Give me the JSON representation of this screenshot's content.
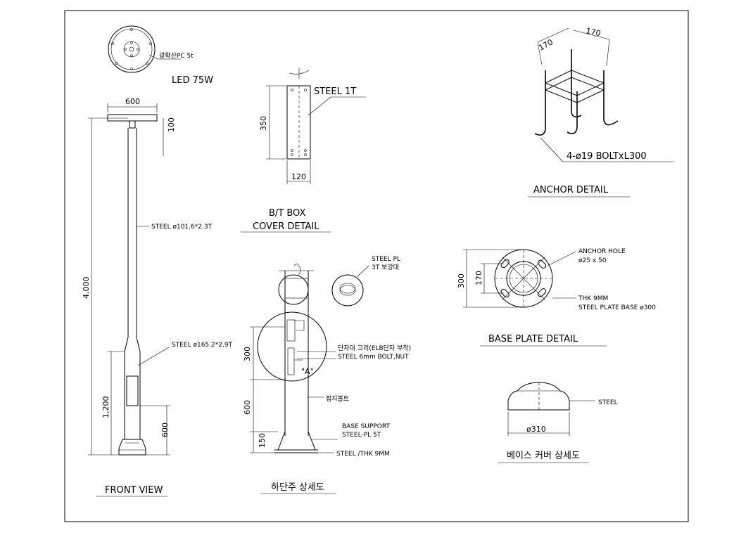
{
  "front_view": {
    "lamp_material": "광확산PC 5t",
    "lamp_power": "LED 75W",
    "arm_width": "600",
    "head_height": "100",
    "upper_pipe": "STEEL   ø101.6*2.3T",
    "total_height": "4,000",
    "lower_pipe": "STEEL     ø165.2*2.9T",
    "lower_height": "1,200",
    "base_height": "600",
    "title": "FRONT VIEW"
  },
  "bt_box": {
    "material": "STEEL 1T",
    "height": "350",
    "width": "120",
    "title_line1": "B/T BOX",
    "title_line2": "COVER DETAIL"
  },
  "anchor": {
    "dim_a": "170",
    "dim_b": "170",
    "bolt": "4-ø19  BOLTxL300",
    "title": "ANCHOR DETAIL"
  },
  "lower_detail": {
    "reinforce_line1": "STEEL PL",
    "reinforce_line2": "3T 보강대",
    "dim_300": "300",
    "dim_600": "600",
    "dim_150": "150",
    "terminal_line1": "단자대 고리(ELB단자 부착)",
    "terminal_line2": "STEEL 6mm BOLT,NUT",
    "detail_mark": "\"A\"",
    "ground_bolt": "접지볼트",
    "support_line1": "BASE SUPPORT",
    "support_line2": "STEEL-PL  5T",
    "base_plate": "STEEL /THK 9MM",
    "title": "하단주 상세도"
  },
  "base_plate": {
    "dim_outer": "300",
    "dim_inner": "170",
    "hole_line1": "ANCHOR HOLE",
    "hole_line2": "ø25 x 50",
    "plate_line1": "THK 9MM",
    "plate_line2": "STEEL PLATE BASE ø300",
    "title": "BASE PLATE DETAIL"
  },
  "base_cover": {
    "material": "STEEL",
    "diameter": "ø310",
    "title": "베이스 커버 상세도"
  }
}
